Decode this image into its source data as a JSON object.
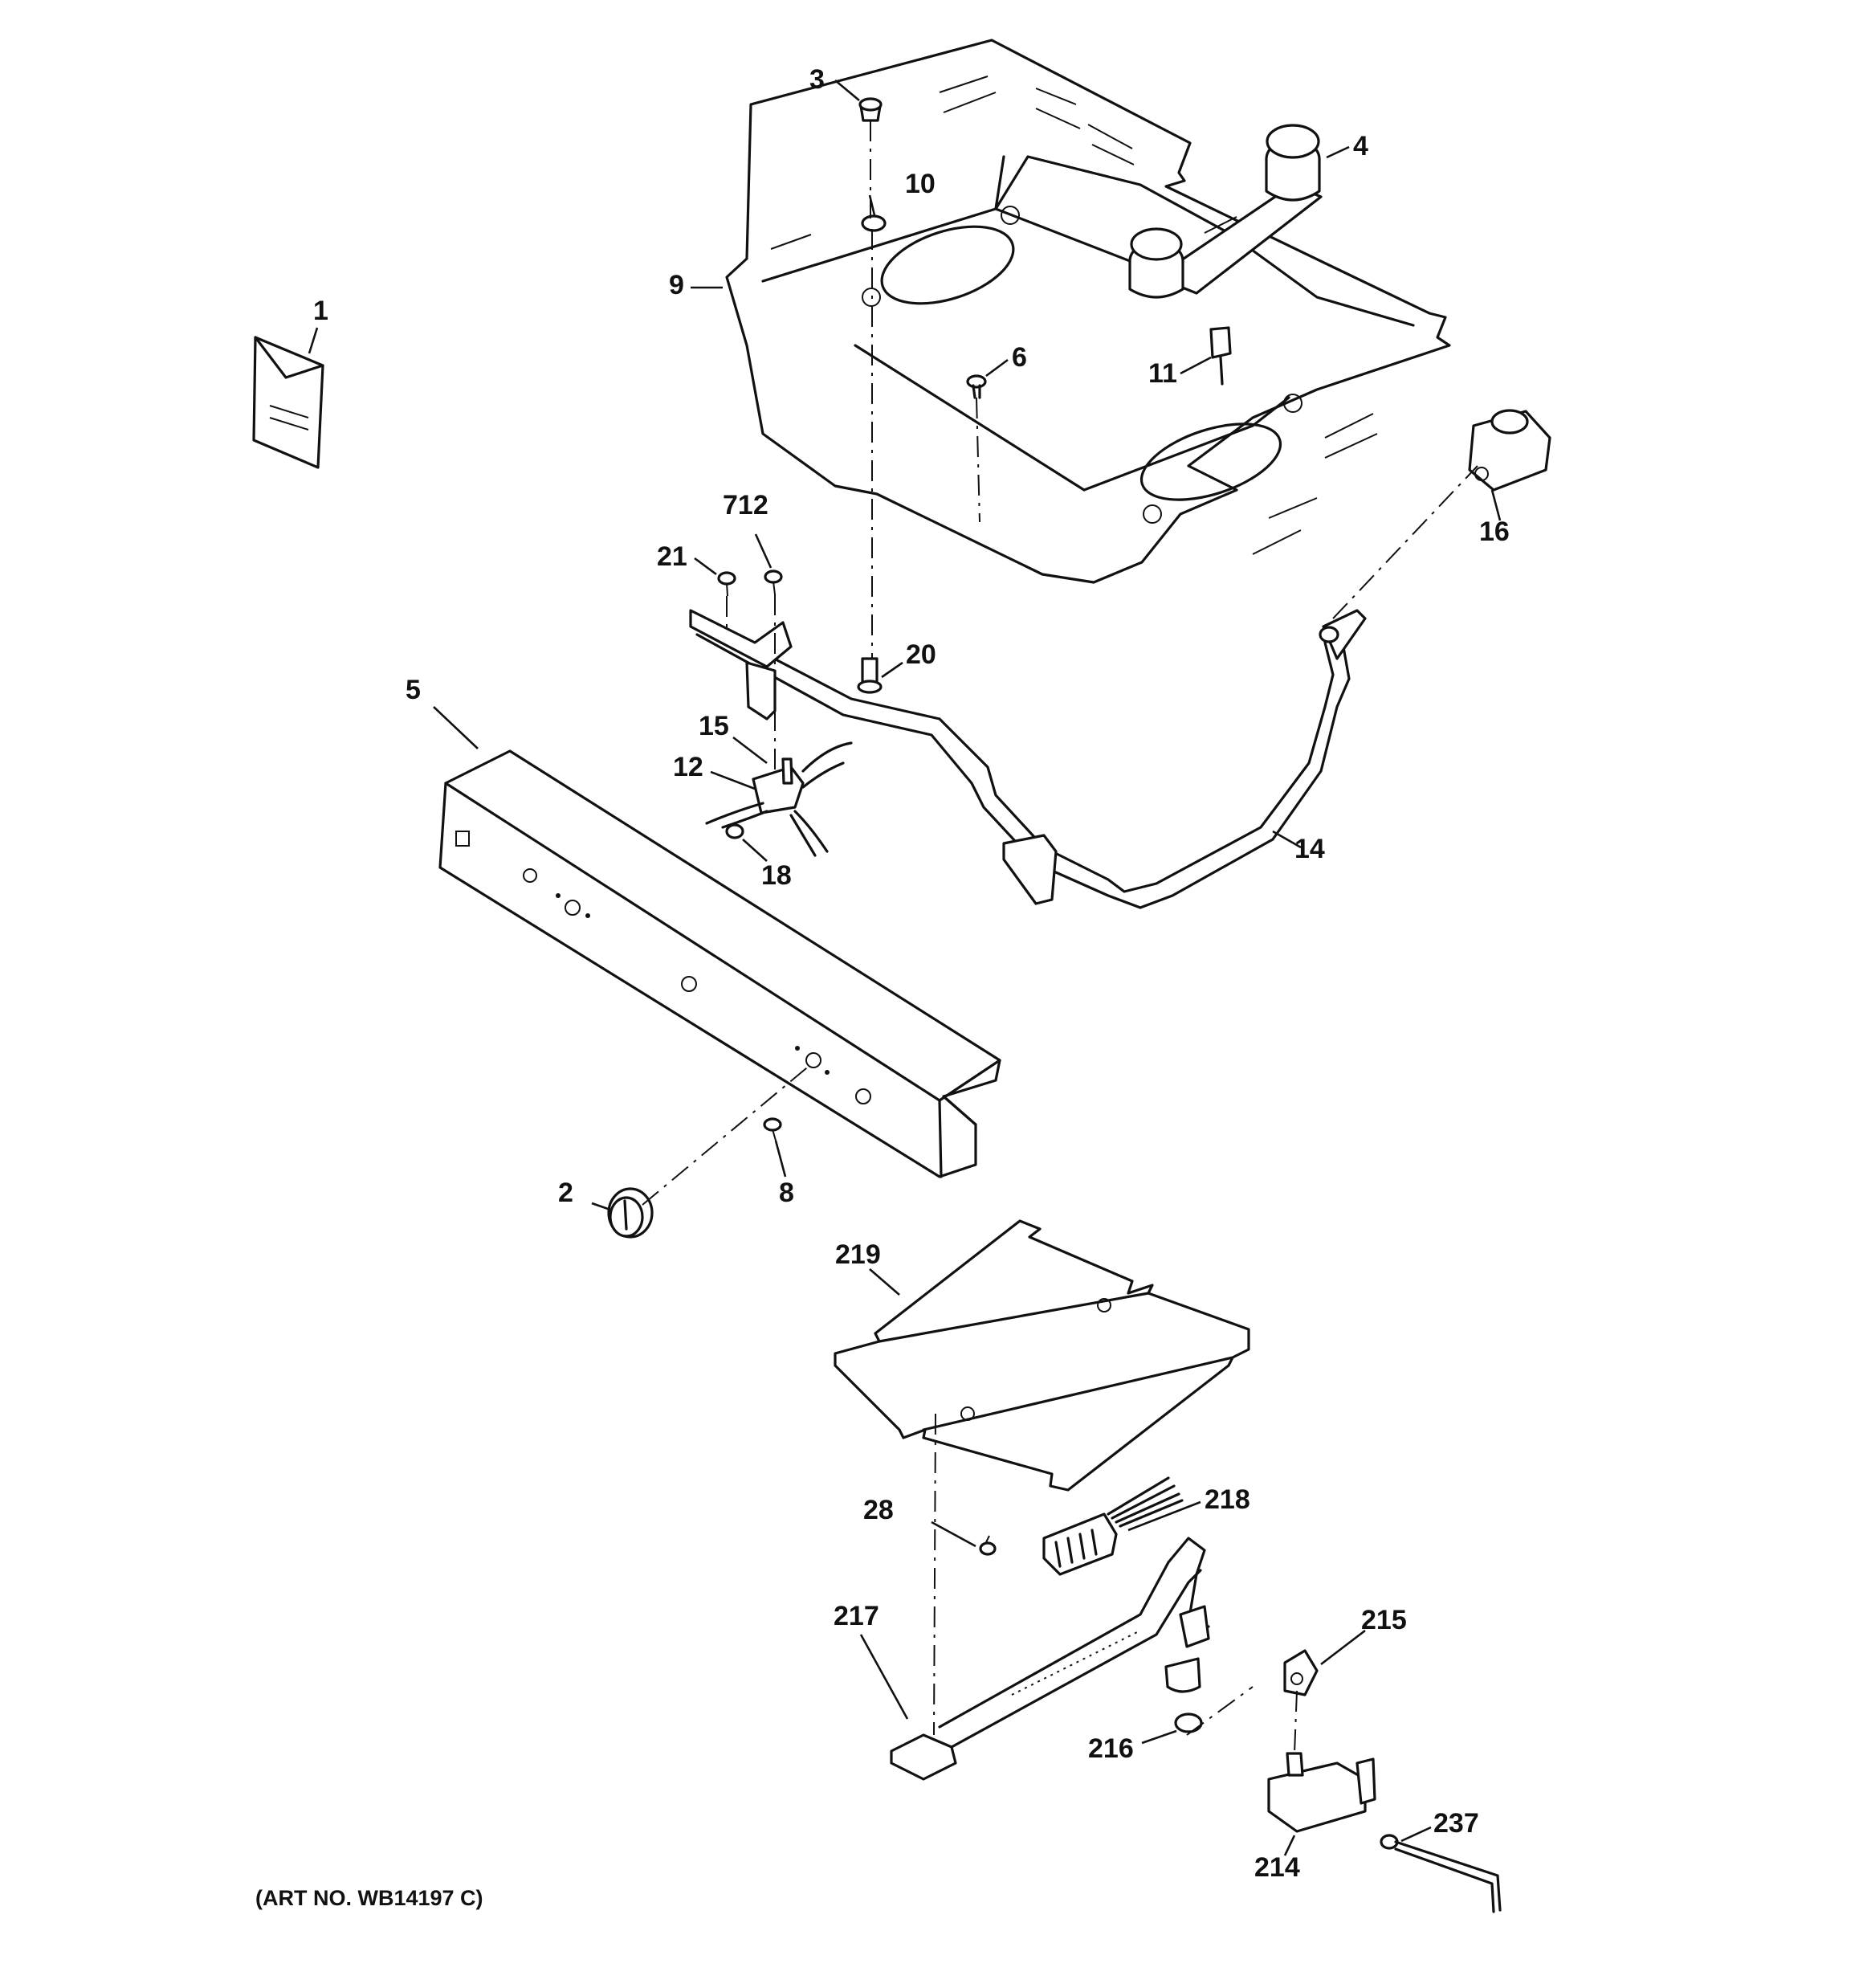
{
  "callouts": [
    {
      "id": "1",
      "label": "1"
    },
    {
      "id": "2",
      "label": "2"
    },
    {
      "id": "3",
      "label": "3"
    },
    {
      "id": "4",
      "label": "4"
    },
    {
      "id": "5",
      "label": "5"
    },
    {
      "id": "6",
      "label": "6"
    },
    {
      "id": "8",
      "label": "8"
    },
    {
      "id": "9",
      "label": "9"
    },
    {
      "id": "10",
      "label": "10"
    },
    {
      "id": "11",
      "label": "11"
    },
    {
      "id": "12",
      "label": "12"
    },
    {
      "id": "14",
      "label": "14"
    },
    {
      "id": "15",
      "label": "15"
    },
    {
      "id": "16",
      "label": "16"
    },
    {
      "id": "18",
      "label": "18"
    },
    {
      "id": "20",
      "label": "20"
    },
    {
      "id": "21",
      "label": "21"
    },
    {
      "id": "28",
      "label": "28"
    },
    {
      "id": "214",
      "label": "214"
    },
    {
      "id": "215",
      "label": "215"
    },
    {
      "id": "216",
      "label": "216"
    },
    {
      "id": "217",
      "label": "217"
    },
    {
      "id": "218",
      "label": "218"
    },
    {
      "id": "219",
      "label": "219"
    },
    {
      "id": "237",
      "label": "237"
    },
    {
      "id": "712",
      "label": "712"
    }
  ],
  "art_number": "(ART NO. WB14197 C)"
}
